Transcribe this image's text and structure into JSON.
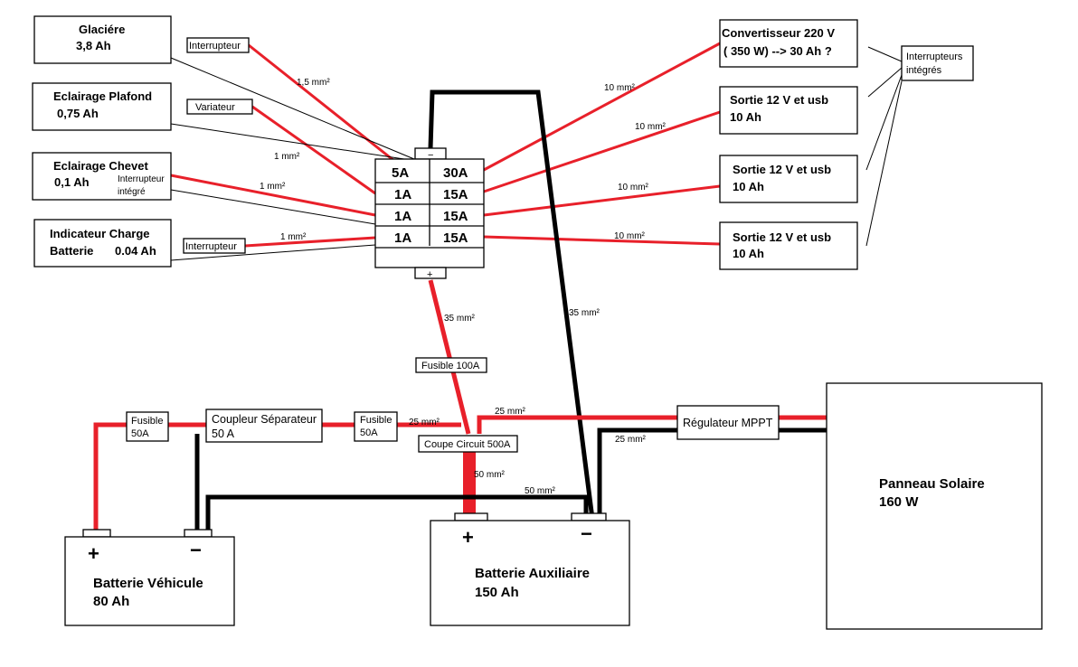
{
  "loads_left": [
    {
      "name": "Glaciére",
      "value": "3,8 Ah",
      "switch": "Interrupteur",
      "wire": "1,5 mm²"
    },
    {
      "name": "Eclairage Plafond",
      "value": "0,75 Ah",
      "switch": "Variateur",
      "wire": "1 mm²"
    },
    {
      "name": "Eclairage Chevet",
      "value": "0,1 Ah",
      "switch_line1": "Interrupteur",
      "switch_line2": "intégré",
      "wire": "1 mm²"
    },
    {
      "name_line1": "Indicateur Charge",
      "name_line2": "Batterie",
      "value": "0.04 Ah",
      "switch": "Interrupteur",
      "wire": "1 mm²"
    }
  ],
  "loads_right": [
    {
      "line1": "Convertisseur 220 V",
      "line2": "( 350 W)  --> 30 Ah ?",
      "wire": "10 mm²"
    },
    {
      "line1": "Sortie 12 V et usb",
      "line2": "10 Ah",
      "wire": "10 mm²"
    },
    {
      "line1": "Sortie 12 V et usb",
      "line2": "10 Ah",
      "wire": "10 mm²"
    },
    {
      "line1": "Sortie 12 V et usb",
      "line2": "10 Ah",
      "wire": "10 mm²"
    }
  ],
  "integrated_switches": {
    "line1": "Interrupteurs",
    "line2": "intégrés"
  },
  "fuse_block": {
    "minus": "−",
    "plus": "+",
    "left": [
      "5A",
      "1A",
      "1A",
      "1A"
    ],
    "right": [
      "30A",
      "15A",
      "15A",
      "15A"
    ]
  },
  "wires": {
    "fuse_block_plus": "35 mm²",
    "fuse_block_minus": "35 mm²",
    "coupler_to_cutoff": "25 mm²",
    "cutoff_to_mppt": "25 mm²",
    "mppt_to_neg": "25 mm²",
    "cutoff_to_battery": "50 mm²",
    "negative_bus": "50 mm²"
  },
  "fuse_100": "Fusible 100A",
  "fuse_50_left": {
    "line1": "Fusible",
    "line2": "50A"
  },
  "fuse_50_right": {
    "line1": "Fusible",
    "line2": "50A"
  },
  "coupler": {
    "line1": "Coupleur Séparateur",
    "line2": "50 A"
  },
  "cutoff": "Coupe Circuit 500A",
  "mppt": "Régulateur MPPT",
  "solar": {
    "line1": "Panneau Solaire",
    "line2": "160 W"
  },
  "battery_vehicle": {
    "line1": "Batterie Véhicule",
    "line2": "80 Ah",
    "plus": "+",
    "minus": "−"
  },
  "battery_aux": {
    "line1": "Batterie Auxiliaire",
    "line2": "150 Ah",
    "plus": "+",
    "minus": "−"
  },
  "colors": {
    "positive_wire": "#e8202a",
    "negative_wire": "#000000"
  }
}
